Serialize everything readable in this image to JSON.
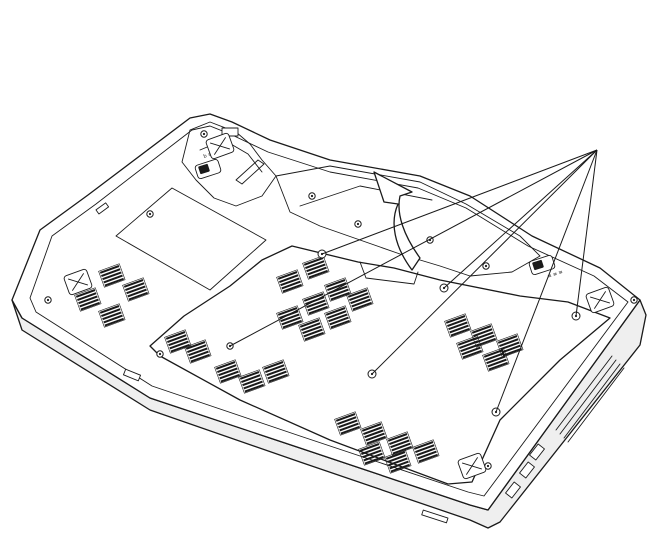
{
  "figure": {
    "subject": "laptop-bottom-view",
    "callout_origin_count": 1,
    "callout_screw_count": 5,
    "lift_arrow_direction": "up",
    "colors": {
      "line": "#1a1a1a",
      "background": "#ffffff"
    }
  },
  "labels": {
    "battery_latch_left": "b ≡ ≡",
    "battery_latch_right": "≡ ≡ ≡"
  }
}
